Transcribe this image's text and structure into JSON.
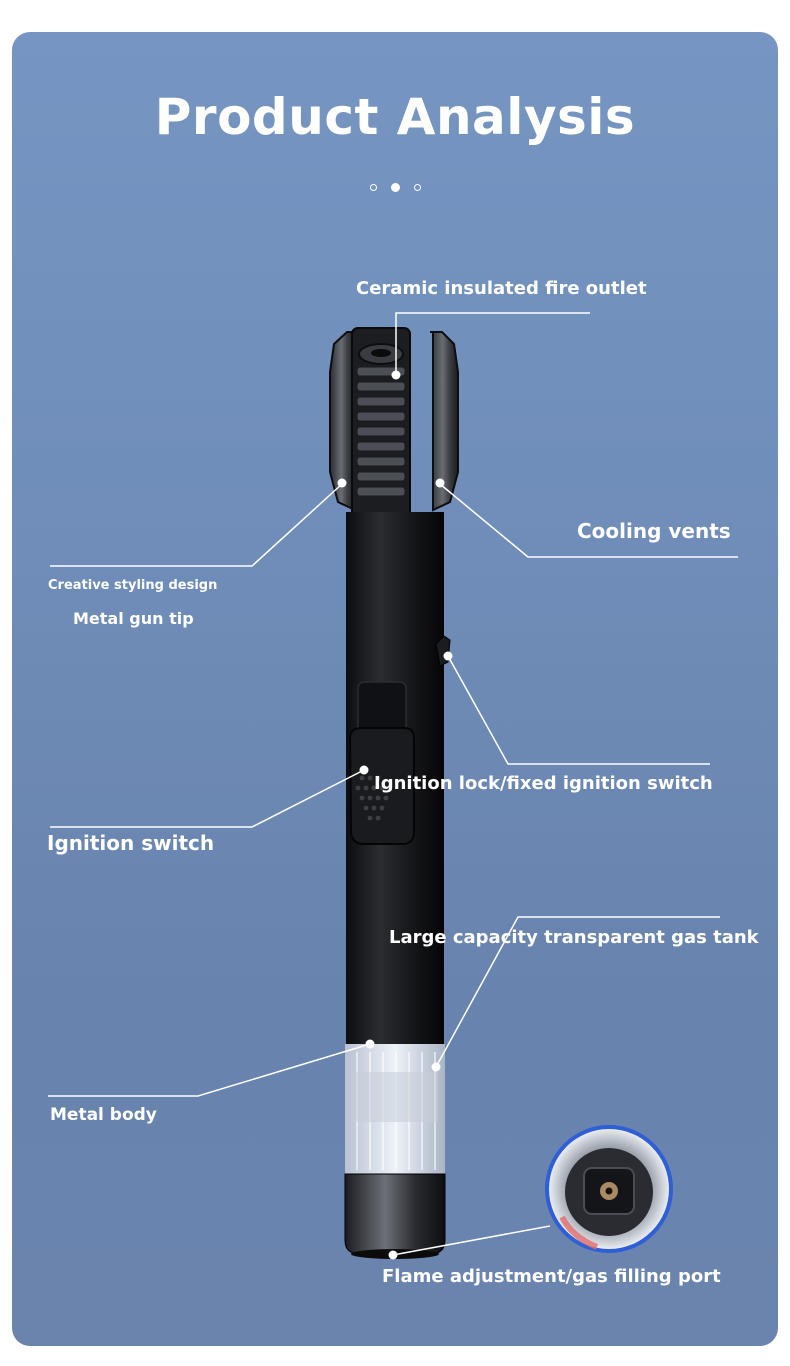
{
  "page": {
    "title": "Product Analysis",
    "pager": {
      "count": 3,
      "active_index": 1
    }
  },
  "product": {
    "icons": [
      "torch-lighter-icon",
      "gas-port-icon"
    ]
  },
  "callouts": {
    "fire_outlet": "Ceramic insulated fire outlet",
    "cooling_vents": "Cooling vents",
    "styling": "Creative styling design",
    "gun_tip": "Metal gun tip",
    "ignition_lock": "Ignition lock/fixed ignition switch",
    "ignition_switch": "Ignition switch",
    "gas_tank": "Large capacity transparent gas tank",
    "metal_body": "Metal body",
    "filling_port": "Flame adjustment/gas filling port"
  },
  "colors": {
    "background": "#7190bc",
    "text": "#ffffff",
    "body": "#151618",
    "inset_ring": "#2e5fd6"
  }
}
